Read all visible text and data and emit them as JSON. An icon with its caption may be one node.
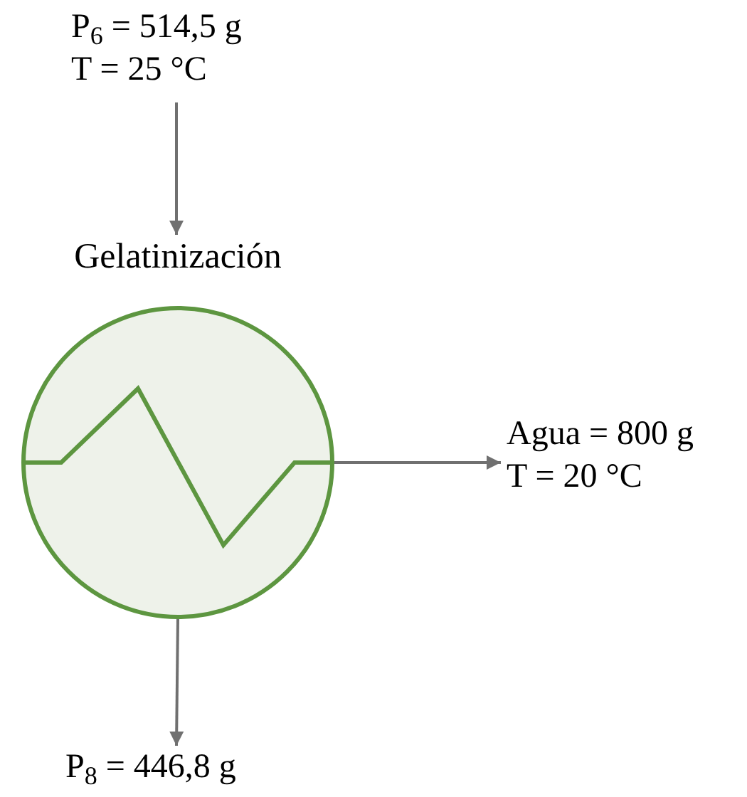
{
  "diagram": {
    "nodes": [
      {
        "text": [
          "P$_{6}$ = 514,5  g",
          "T = 25 °C"
        ]
      },
      {
        "text": [
          "Gelatinización"
        ]
      },
      {
        "text": [
          "Agua = 800 g",
          "T = 20 °C"
        ]
      },
      {
        "text": [
          "P$_{8}$ = 446,8 g"
        ]
      }
    ],
    "edges": [
      {
        "from": 0,
        "to": 1,
        "arrow": "to"
      },
      {
        "from": 1,
        "to": 2,
        "arrow": "to"
      },
      {
        "from": 1,
        "to": 3,
        "arrow": "to"
      }
    ]
  }
}
